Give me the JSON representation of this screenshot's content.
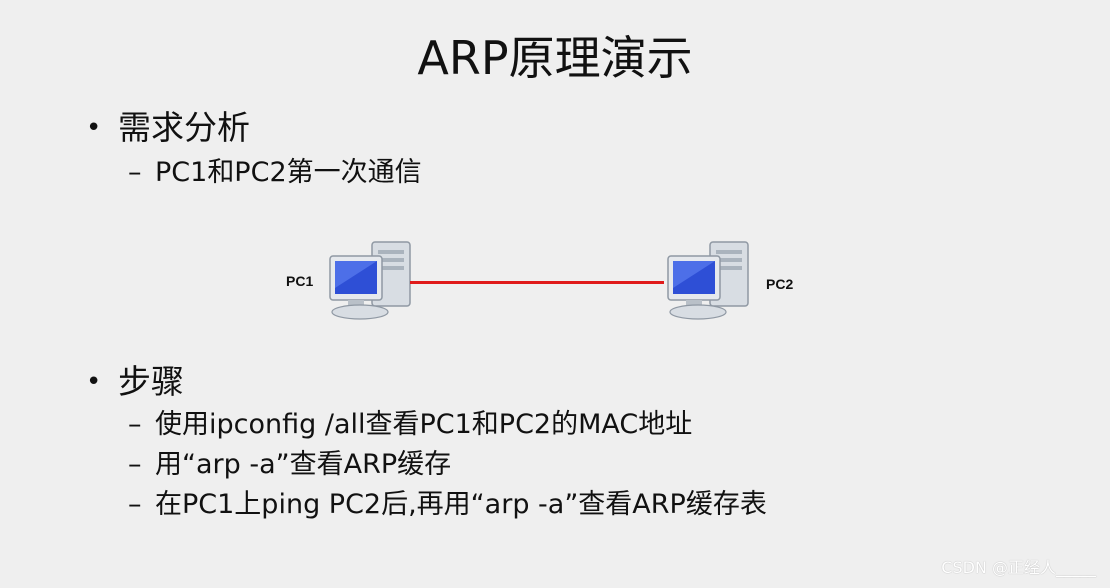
{
  "slide": {
    "title": "ARP原理演示",
    "sections": [
      {
        "heading": "需求分析",
        "items": [
          "PC1和PC2第一次通信"
        ]
      },
      {
        "heading": "步骤",
        "items": [
          "使用ipconfig /all查看PC1和PC2的MAC地址",
          "用“arp -a”查看ARP缓存",
          "在PC1上ping PC2后,再用“arp -a”查看ARP缓存表"
        ]
      }
    ],
    "bullet_symbol": "•",
    "dash_symbol": "–"
  },
  "diagram": {
    "nodes": [
      {
        "label": "PC1",
        "icon": "desktop-computer-icon"
      },
      {
        "label": "PC2",
        "icon": "desktop-computer-icon"
      }
    ],
    "link_color": "#e01b1b"
  },
  "watermark": "CSDN @正经人_____"
}
